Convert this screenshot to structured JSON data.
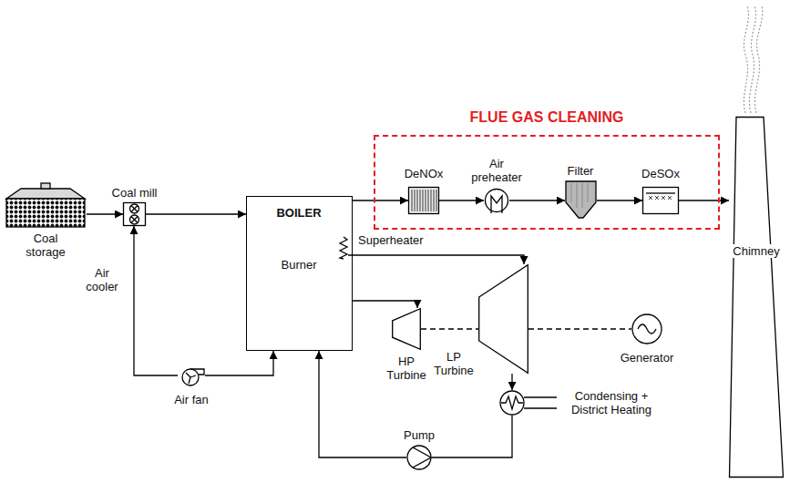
{
  "diagram": {
    "nodes": [
      {
        "text": [
          "Coal storage"
        ]
      },
      {
        "text": [
          "Coal mill"
        ]
      },
      {
        "text": [
          "BOILER",
          "Burner"
        ]
      },
      {
        "text": [
          "Superheater"
        ]
      },
      {
        "text": [
          "FLUE GAS CLEANING"
        ]
      },
      {
        "text": [
          "DeNOx"
        ],
        "in": 4
      },
      {
        "text": [
          "Air preheater"
        ],
        "in": 4
      },
      {
        "text": [
          "Filter"
        ],
        "in": 4
      },
      {
        "text": [
          "DeSOx"
        ],
        "in": 4
      },
      {
        "text": [
          "Chimney"
        ]
      },
      {
        "text": [
          "HP Turbine"
        ]
      },
      {
        "text": [
          "LP Turbine"
        ]
      },
      {
        "text": [
          "Generator"
        ]
      },
      {
        "text": [
          "Condensing + District Heating"
        ]
      },
      {
        "text": [
          "Pump"
        ]
      },
      {
        "text": [
          "Air fan"
        ]
      }
    ],
    "edges": [
      {
        "from": 0,
        "to": 1,
        "arrow": "to"
      },
      {
        "from": 1,
        "to": 2,
        "arrow": "to"
      },
      {
        "from": 15,
        "to": 1,
        "arrow": "to"
      },
      {
        "from": 15,
        "to": 2,
        "arrow": "to"
      },
      {
        "from": 2,
        "to": 5,
        "arrow": "to"
      },
      {
        "from": 5,
        "to": 6,
        "arrow": "to"
      },
      {
        "from": 6,
        "to": 7,
        "arrow": "to"
      },
      {
        "from": 7,
        "to": 8,
        "arrow": "to"
      },
      {
        "from": 8,
        "to": 9,
        "arrow": "to"
      },
      {
        "from": 2,
        "to": 10,
        "arrow": "to"
      },
      {
        "from": 3,
        "to": 11,
        "arrow": "to"
      },
      {
        "from": 10,
        "to": 11,
        "arrow": "none"
      },
      {
        "from": 11,
        "to": 12,
        "arrow": "none"
      },
      {
        "from": 11,
        "to": 13,
        "arrow": "to"
      },
      {
        "from": 13,
        "to": 14,
        "arrow": "none"
      },
      {
        "from": 14,
        "to": 2,
        "arrow": "to"
      }
    ],
    "labels": [
      "Air cooler"
    ]
  }
}
